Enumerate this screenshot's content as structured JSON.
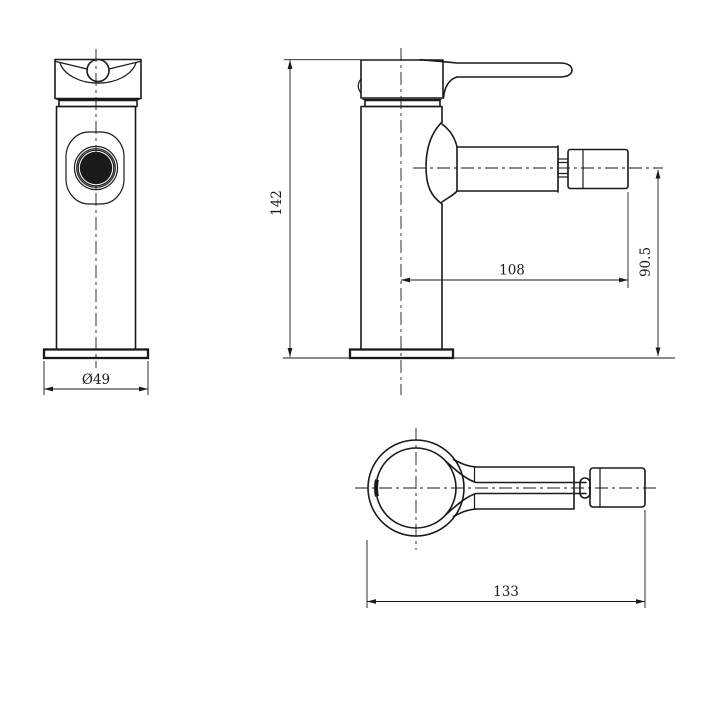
{
  "drawing": {
    "type": "technical-drawing",
    "subject": "single-lever bidet faucet, three orthographic views"
  },
  "dims": {
    "base_diameter": "Ø49",
    "height": "142",
    "reach": "108",
    "spout_height": "90.5",
    "overall_length": "133"
  },
  "colors": {
    "line": "#1a1a1a",
    "background": "#ffffff"
  }
}
